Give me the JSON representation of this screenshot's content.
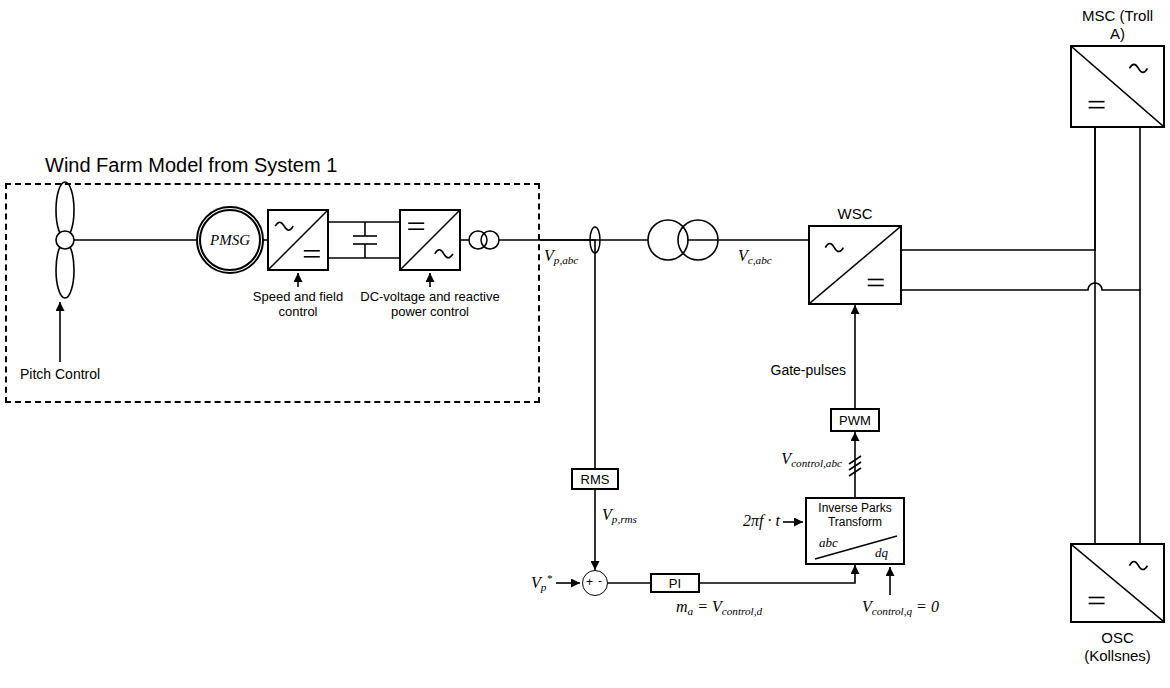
{
  "diagram": {
    "nodes": [
      {
        "text": [
          "Wind Farm Model from System 1"
        ]
      },
      {
        "text": [
          "PMSG"
        ],
        "in": 0
      },
      {
        "text": [
          "MSC (Troll A)"
        ]
      },
      {
        "text": [
          "WSC"
        ]
      },
      {
        "text": [
          "PWM"
        ]
      },
      {
        "text": [
          "RMS"
        ]
      },
      {
        "text": [
          "Inverse Parks Transform",
          "abc",
          "dq"
        ]
      },
      {
        "text": [
          "+",
          "-"
        ]
      },
      {
        "text": [
          "PI"
        ]
      },
      {
        "text": [
          "OSC (Kollsnes)"
        ]
      }
    ],
    "edges": [
      {
        "from": 0,
        "to": 3,
        "arrow": "none"
      },
      {
        "from": 0,
        "to": 5,
        "arrow": "none"
      },
      {
        "from": 5,
        "to": 7,
        "arrow": "to"
      },
      {
        "from": 7,
        "to": 8,
        "arrow": "none"
      },
      {
        "from": 8,
        "to": 6,
        "arrow": "to"
      },
      {
        "from": 6,
        "to": 4,
        "arrow": "to"
      },
      {
        "from": 4,
        "to": 3,
        "arrow": "to"
      },
      {
        "from": 3,
        "to": 2,
        "arrow": "none"
      },
      {
        "from": 3,
        "to": 9,
        "arrow": "none"
      },
      {
        "from": 2,
        "to": 9,
        "arrow": "none"
      }
    ],
    "labels": [
      "Pitch Control",
      "Speed and field control",
      "DC-voltage and reactive power control",
      "Vp,abc",
      "Vc,abc",
      "Gate-pulses",
      "Vcontrol,abc",
      "2πf · t",
      "Vp,rms",
      "Vp*",
      "ma = Vcontrol,d",
      "Vcontrol,q = 0"
    ]
  }
}
